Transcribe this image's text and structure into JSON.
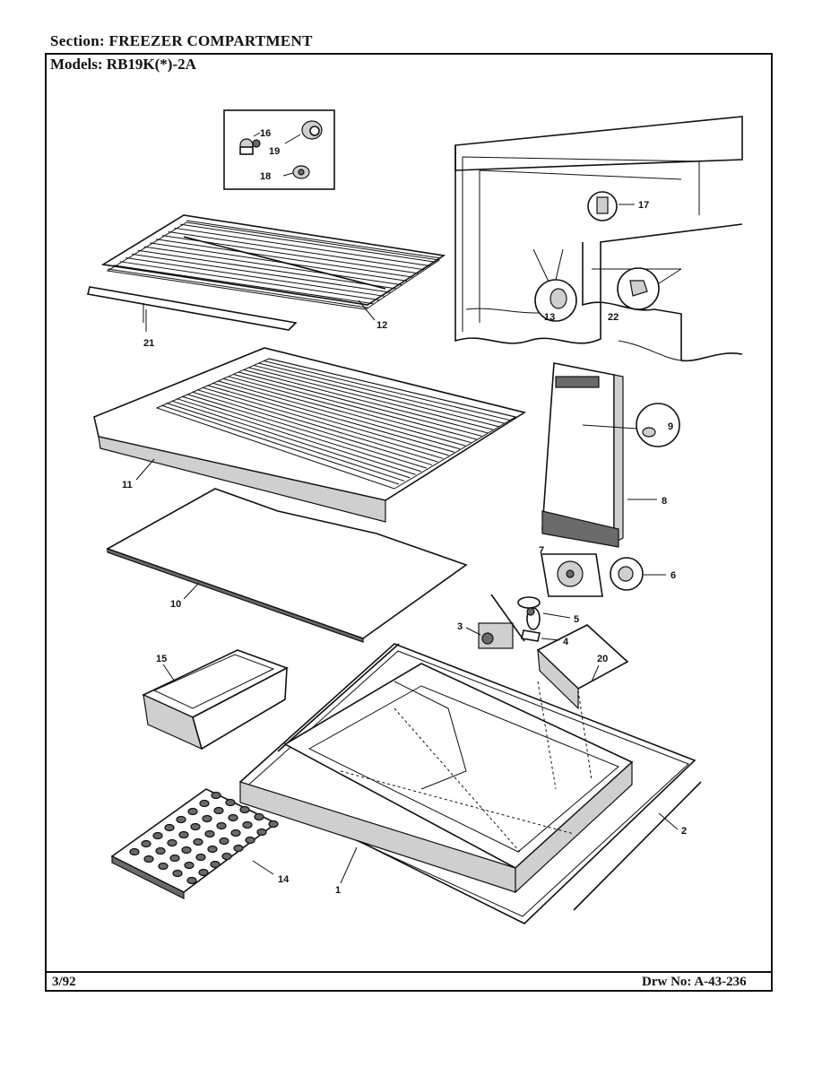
{
  "header": {
    "section_label": "Section:",
    "section_value": "FREEZER COMPARTMENT",
    "models_label": "Models:",
    "models_value": "RB19K(*)-2A"
  },
  "footer": {
    "date": "3/92",
    "drawing_label": "Drw No:",
    "drawing_number": "A-43-236"
  },
  "callouts": {
    "c1": "1",
    "c2": "2",
    "c3": "3",
    "c4": "4",
    "c5": "5",
    "c6": "6",
    "c7": "7",
    "c8": "8",
    "c9": "9",
    "c10": "10",
    "c11": "11",
    "c12": "12",
    "c13": "13",
    "c14": "14",
    "c15": "15",
    "c16": "16",
    "c17": "17",
    "c18": "18",
    "c19": "19",
    "c20": "20",
    "c21": "21",
    "c22": "22"
  }
}
